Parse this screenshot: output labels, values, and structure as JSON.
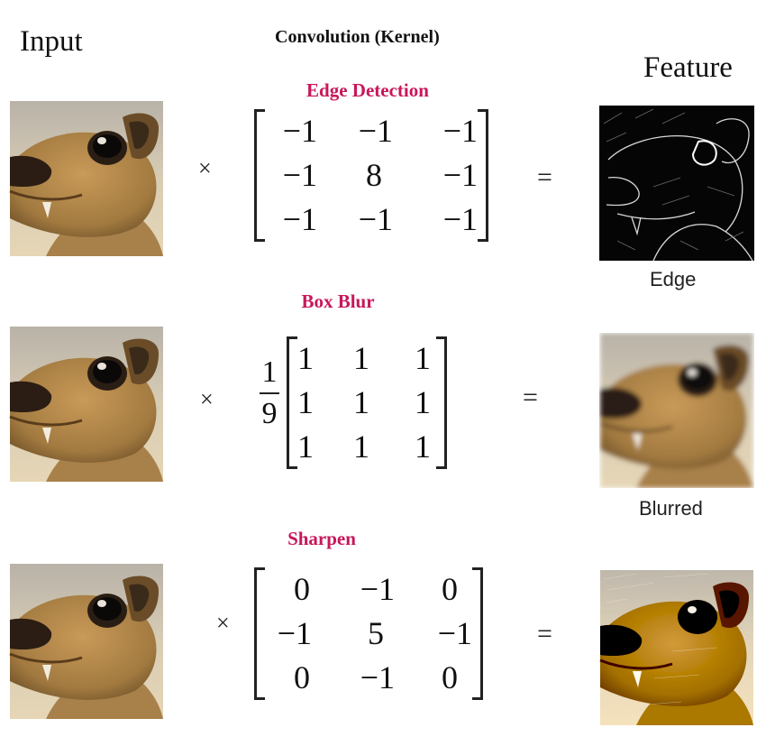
{
  "headers": {
    "input": "Input",
    "kernel": "Convolution (Kernel)",
    "feature": "Feature"
  },
  "rows": [
    {
      "kernel_name": "Edge Detection",
      "operator": "×",
      "equals": "=",
      "matrix": [
        [
          "−1",
          "−1",
          "−1"
        ],
        [
          "−1",
          "8",
          "−1"
        ],
        [
          "−1",
          "−1",
          "−1"
        ]
      ],
      "output_caption": "Edge"
    },
    {
      "kernel_name": "Box Blur",
      "operator": "×",
      "equals": "=",
      "scale_numerator": "1",
      "scale_denominator": "9",
      "matrix": [
        [
          "1",
          "1",
          "1"
        ],
        [
          "1",
          "1",
          "1"
        ],
        [
          "1",
          "1",
          "1"
        ]
      ],
      "output_caption": "Blurred"
    },
    {
      "kernel_name": "Sharpen",
      "operator": "×",
      "equals": "=",
      "matrix": [
        [
          "0",
          "−1",
          "0"
        ],
        [
          "−1",
          "5",
          "−1"
        ],
        [
          "0",
          "−1",
          "0"
        ]
      ],
      "output_caption": ""
    }
  ],
  "colors": {
    "kernel_name": "#c8175a",
    "fur": "#b88a4a",
    "background_wall": "#cfc6b4",
    "edge_background": "#050505"
  },
  "images": {
    "input": "squirrel-photo",
    "edge_output": "edge-detected-squirrel",
    "blur_output": "blurred-squirrel",
    "sharpen_output": "sharpened-squirrel"
  }
}
